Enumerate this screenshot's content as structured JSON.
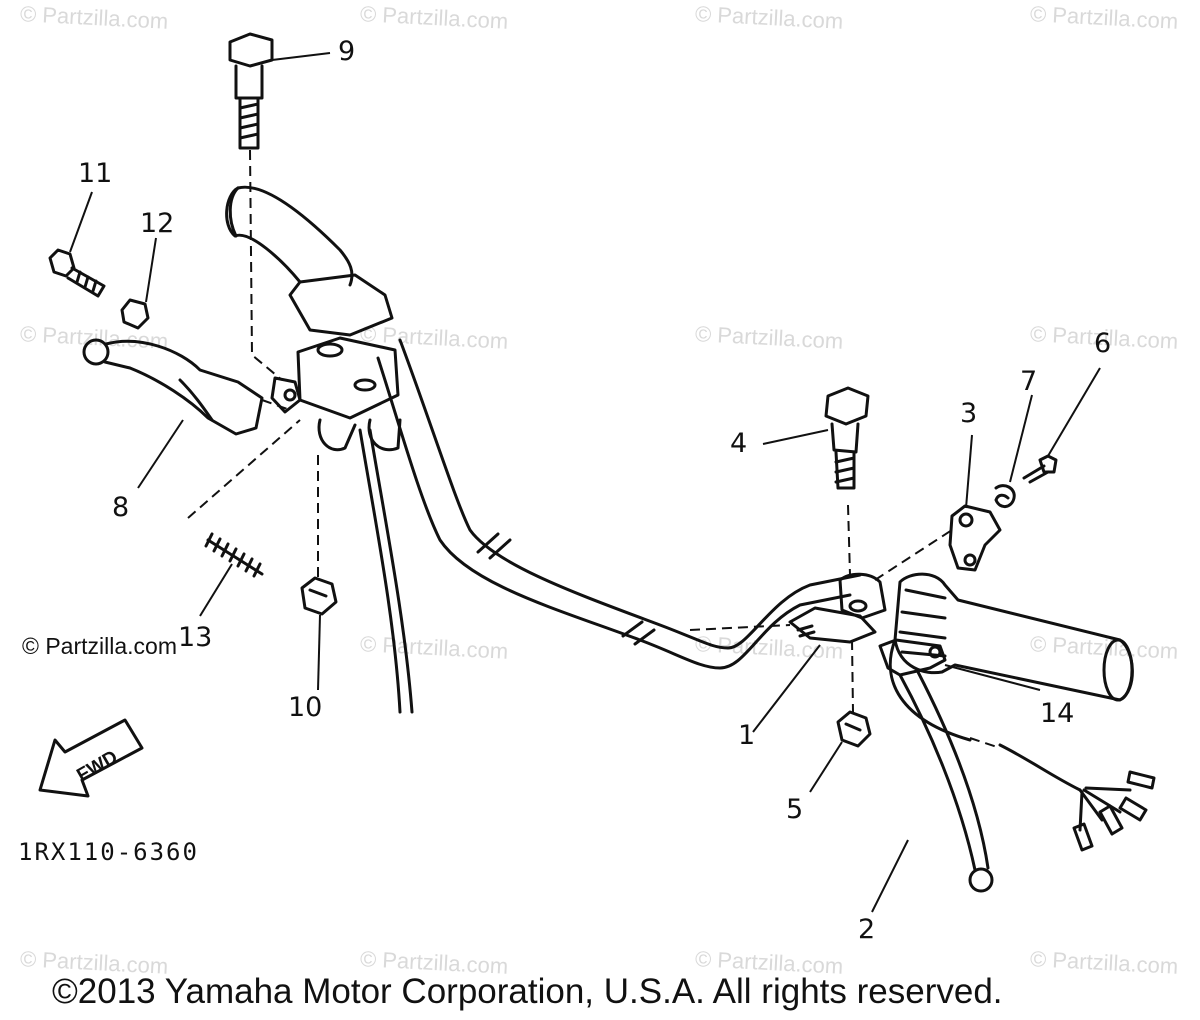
{
  "watermark": "© Partzilla.com",
  "partzilla_mark": "© Partzilla.com",
  "copyright": "©2013 Yamaha Motor Corporation, U.S.A. All rights reserved.",
  "diagram_code": "1RX110-6360",
  "fwd_label": "FWD",
  "callouts": {
    "c1": "1",
    "c2": "2",
    "c3": "3",
    "c4": "4",
    "c5": "5",
    "c6": "6",
    "c7": "7",
    "c8": "8",
    "c9": "9",
    "c10": "10",
    "c11": "11",
    "c12": "12",
    "c13": "13",
    "c14": "14"
  }
}
